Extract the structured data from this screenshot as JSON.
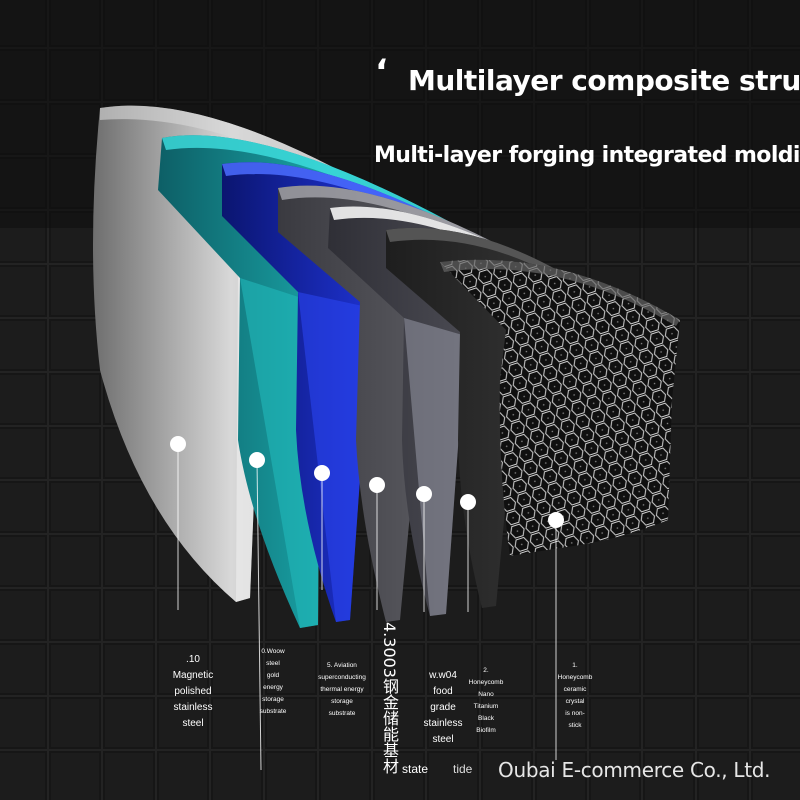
{
  "title_mark": "‘",
  "title": "Multilayer composite structure",
  "subtitle": "Multi-layer forging integrated molding",
  "layers": [
    {
      "label": ".10\nMagnetic\npolished\nstainless\nsteel"
    },
    {
      "label": "0.Woow\nsteel\ngold\nenergy\nstorage\nsubstrate"
    },
    {
      "label": "5. Aviation\nsuperconducting\nthermal energy\nstorage\nsubstrate"
    },
    {
      "label": "4.3003钢金储能基材"
    },
    {
      "label": "w.w04\nfood\ngrade\nstainless\nsteel"
    },
    {
      "label": "2.\nHoneycomb\nNano\nTitanium\nBlack\nBiofilm"
    },
    {
      "label": "1.\nHoneycomb\nceramic\ncrystal\nis non-\nstick"
    }
  ],
  "extra": {
    "state": "state",
    "tide": "tide"
  },
  "watermark": "Oubai E-commerce Co., Ltd.",
  "colors": {
    "background": "#1c1c1c",
    "layer_silver": "#bfbfbf",
    "layer_teal": "#1aa5a8",
    "layer_blue": "#1f34d6",
    "layer_gray": "#6c6c72",
    "layer_dark": "#2d2d2d"
  }
}
